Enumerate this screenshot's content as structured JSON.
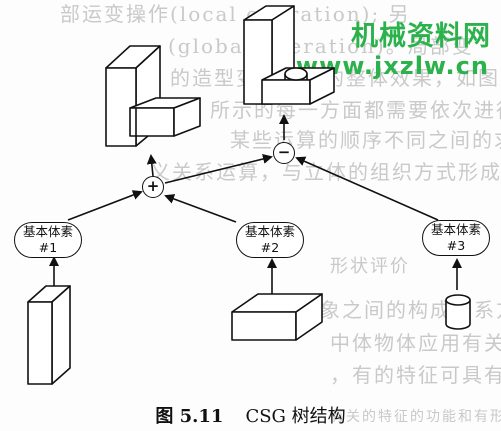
{
  "watermark": {
    "name": "机械资料网",
    "url": "www.jxzlw.cn"
  },
  "background_lines": [
    "部运变操作(local operation); 另",
    "(global operation)。局部变",
    "的造型变换关系的整体效果，如图",
    "所示的每一方面都需要依次进行组合",
    "某些运算的顺序不同之间的求并。求",
    "义关系运算，与立体的组织方式形成可",
    "",
    "   形状评价",
    "象之间的构成关系方式有时无关，对",
    "中体物体应用有关的部分，因此，都可以",
    "，有的特征可具有一定关系的形状元素",
    "有关的特征的功能和有形状特征是"
  ],
  "nodes": [
    {
      "label": "基本体素",
      "index": "#1"
    },
    {
      "label": "基本体素",
      "index": "#2"
    },
    {
      "label": "基本体素",
      "index": "#3"
    }
  ],
  "operators": {
    "union": "+",
    "difference": "−"
  },
  "caption": {
    "number": "图 5.11",
    "title": "CSG 树结构"
  }
}
